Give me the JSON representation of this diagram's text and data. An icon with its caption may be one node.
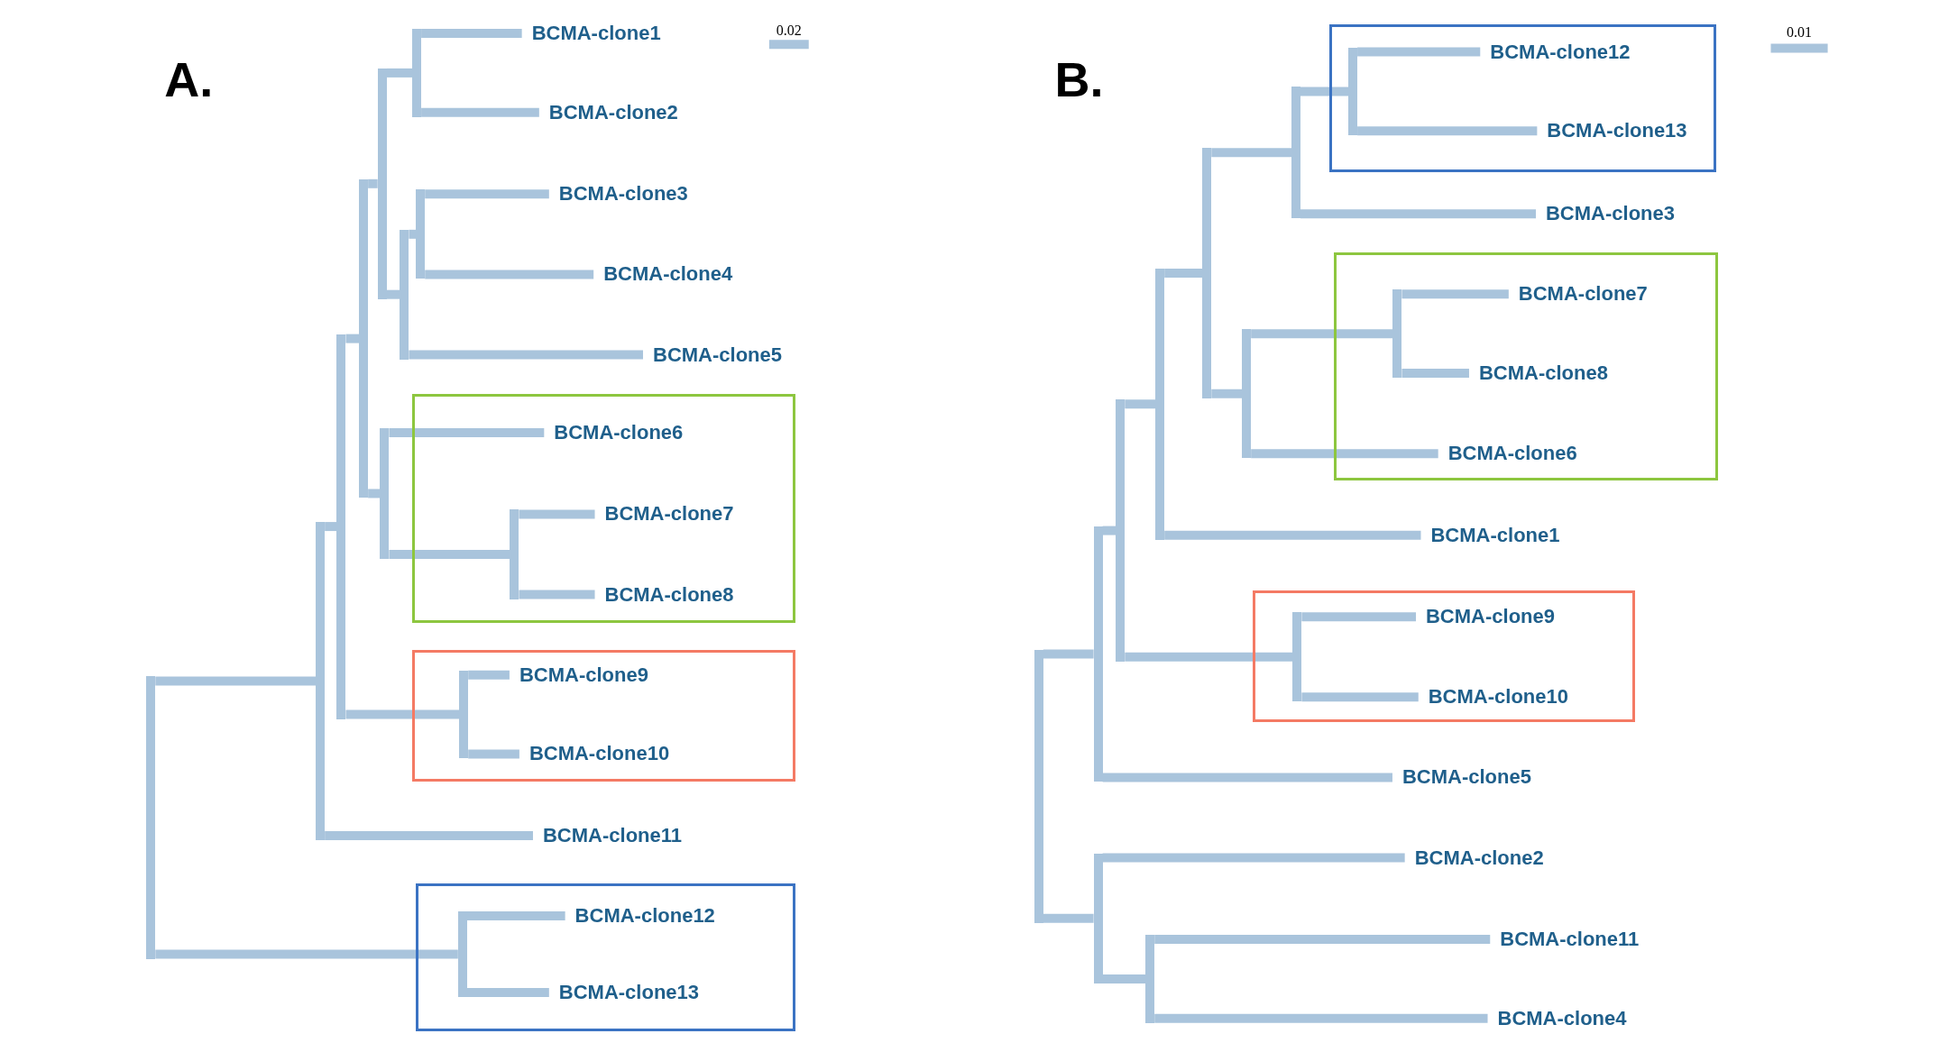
{
  "diagram": {
    "nodes": [
      {
        "text": [
          "BCMA-clone1"
        ]
      },
      {
        "text": [
          "BCMA-clone2"
        ]
      },
      {
        "text": [
          "BCMA-clone3"
        ]
      },
      {
        "text": [
          "BCMA-clone4"
        ]
      },
      {
        "text": [
          "BCMA-clone5"
        ]
      },
      {
        "text": [],
        "shape": "box"
      },
      {
        "text": [
          "BCMA-clone6"
        ],
        "in": 5
      },
      {
        "text": [
          "BCMA-clone7"
        ],
        "in": 5
      },
      {
        "text": [
          "BCMA-clone8"
        ],
        "in": 5
      },
      {
        "text": [],
        "shape": "box"
      },
      {
        "text": [
          "BCMA-clone9"
        ],
        "in": 9
      },
      {
        "text": [
          "BCMA-clone10"
        ],
        "in": 9
      },
      {
        "text": [
          "BCMA-clone11"
        ]
      },
      {
        "text": [],
        "shape": "box"
      },
      {
        "text": [
          "BCMA-clone12"
        ],
        "in": 13
      },
      {
        "text": [
          "BCMA-clone13"
        ],
        "in": 13
      },
      {
        "text": [],
        "shape": "bar"
      },
      {
        "text": [],
        "shape": "bar"
      },
      {
        "text": [],
        "shape": "bar"
      },
      {
        "text": [],
        "shape": "bar"
      },
      {
        "text": [],
        "shape": "bar",
        "in": 5
      },
      {
        "text": [],
        "shape": "bar"
      },
      {
        "text": [],
        "shape": "bar"
      },
      {
        "text": [],
        "shape": "bar",
        "in": 9
      },
      {
        "text": [],
        "shape": "bar"
      },
      {
        "text": [],
        "shape": "bar"
      },
      {
        "text": [],
        "shape": "bar",
        "in": 13
      },
      {
        "text": [],
        "shape": "bar"
      },
      {
        "text": [],
        "shape": "box"
      },
      {
        "text": [
          "BCMA-clone12"
        ],
        "in": 28
      },
      {
        "text": [
          "BCMA-clone13"
        ],
        "in": 28
      },
      {
        "text": [
          "BCMA-clone3"
        ]
      },
      {
        "text": [],
        "shape": "box"
      },
      {
        "text": [
          "BCMA-clone7"
        ],
        "in": 32
      },
      {
        "text": [
          "BCMA-clone8"
        ],
        "in": 32
      },
      {
        "text": [
          "BCMA-clone6"
        ],
        "in": 32
      },
      {
        "text": [
          "BCMA-clone1"
        ]
      },
      {
        "text": [],
        "shape": "box"
      },
      {
        "text": [
          "BCMA-clone9"
        ],
        "in": 37
      },
      {
        "text": [
          "BCMA-clone10"
        ],
        "in": 37
      },
      {
        "text": [
          "BCMA-clone5"
        ]
      },
      {
        "text": [
          "BCMA-clone2"
        ]
      },
      {
        "text": [
          "BCMA-clone11"
        ]
      },
      {
        "text": [
          "BCMA-clone4"
        ]
      },
      {
        "text": [],
        "shape": "bar",
        "in": 28
      },
      {
        "text": [],
        "shape": "bar"
      },
      {
        "text": [],
        "shape": "bar",
        "in": 32
      },
      {
        "text": [],
        "shape": "bar"
      },
      {
        "text": [],
        "shape": "bar"
      },
      {
        "text": [],
        "shape": "bar"
      },
      {
        "text": [],
        "shape": "bar",
        "in": 37
      },
      {
        "text": [],
        "shape": "bar"
      },
      {
        "text": [],
        "shape": "bar"
      },
      {
        "text": [],
        "shape": "bar"
      },
      {
        "text": [],
        "shape": "bar"
      },
      {
        "text": [],
        "shape": "bar"
      }
    ],
    "edges": [
      {
        "from": 16,
        "to": 0,
        "arrow": "none"
      },
      {
        "from": 16,
        "to": 1,
        "arrow": "none"
      },
      {
        "from": 17,
        "to": 2,
        "arrow": "none"
      },
      {
        "from": 17,
        "to": 3,
        "arrow": "none"
      },
      {
        "from": 18,
        "to": 17,
        "arrow": "none"
      },
      {
        "from": 18,
        "to": 4,
        "arrow": "none"
      },
      {
        "from": 19,
        "to": 16,
        "arrow": "none"
      },
      {
        "from": 19,
        "to": 18,
        "arrow": "none"
      },
      {
        "from": 20,
        "to": 7,
        "arrow": "none"
      },
      {
        "from": 20,
        "to": 8,
        "arrow": "none"
      },
      {
        "from": 21,
        "to": 6,
        "arrow": "none"
      },
      {
        "from": 21,
        "to": 20,
        "arrow": "none"
      },
      {
        "from": 22,
        "to": 19,
        "arrow": "none"
      },
      {
        "from": 22,
        "to": 21,
        "arrow": "none"
      },
      {
        "from": 23,
        "to": 10,
        "arrow": "none"
      },
      {
        "from": 23,
        "to": 11,
        "arrow": "none"
      },
      {
        "from": 24,
        "to": 22,
        "arrow": "none"
      },
      {
        "from": 24,
        "to": 23,
        "arrow": "none"
      },
      {
        "from": 25,
        "to": 24,
        "arrow": "none"
      },
      {
        "from": 25,
        "to": 12,
        "arrow": "none"
      },
      {
        "from": 26,
        "to": 14,
        "arrow": "none"
      },
      {
        "from": 26,
        "to": 15,
        "arrow": "none"
      },
      {
        "from": 27,
        "to": 25,
        "arrow": "none"
      },
      {
        "from": 27,
        "to": 26,
        "arrow": "none"
      },
      {
        "from": 44,
        "to": 29,
        "arrow": "none"
      },
      {
        "from": 44,
        "to": 30,
        "arrow": "none"
      },
      {
        "from": 45,
        "to": 44,
        "arrow": "none"
      },
      {
        "from": 45,
        "to": 31,
        "arrow": "none"
      },
      {
        "from": 46,
        "to": 33,
        "arrow": "none"
      },
      {
        "from": 46,
        "to": 34,
        "arrow": "none"
      },
      {
        "from": 47,
        "to": 46,
        "arrow": "none"
      },
      {
        "from": 47,
        "to": 35,
        "arrow": "none"
      },
      {
        "from": 48,
        "to": 45,
        "arrow": "none"
      },
      {
        "from": 48,
        "to": 47,
        "arrow": "none"
      },
      {
        "from": 49,
        "to": 48,
        "arrow": "none"
      },
      {
        "from": 49,
        "to": 36,
        "arrow": "none"
      },
      {
        "from": 50,
        "to": 38,
        "arrow": "none"
      },
      {
        "from": 50,
        "to": 39,
        "arrow": "none"
      },
      {
        "from": 51,
        "to": 49,
        "arrow": "none"
      },
      {
        "from": 51,
        "to": 50,
        "arrow": "none"
      },
      {
        "from": 52,
        "to": 51,
        "arrow": "none"
      },
      {
        "from": 52,
        "to": 40,
        "arrow": "none"
      },
      {
        "from": 53,
        "to": 42,
        "arrow": "none"
      },
      {
        "from": 53,
        "to": 43,
        "arrow": "none"
      },
      {
        "from": 54,
        "to": 41,
        "arrow": "none"
      },
      {
        "from": 54,
        "to": 53,
        "arrow": "none"
      },
      {
        "from": 55,
        "to": 52,
        "arrow": "none"
      },
      {
        "from": 55,
        "to": 54,
        "arrow": "none"
      }
    ],
    "labels": [
      "A.",
      "0.02",
      "B.",
      "0.01"
    ]
  }
}
